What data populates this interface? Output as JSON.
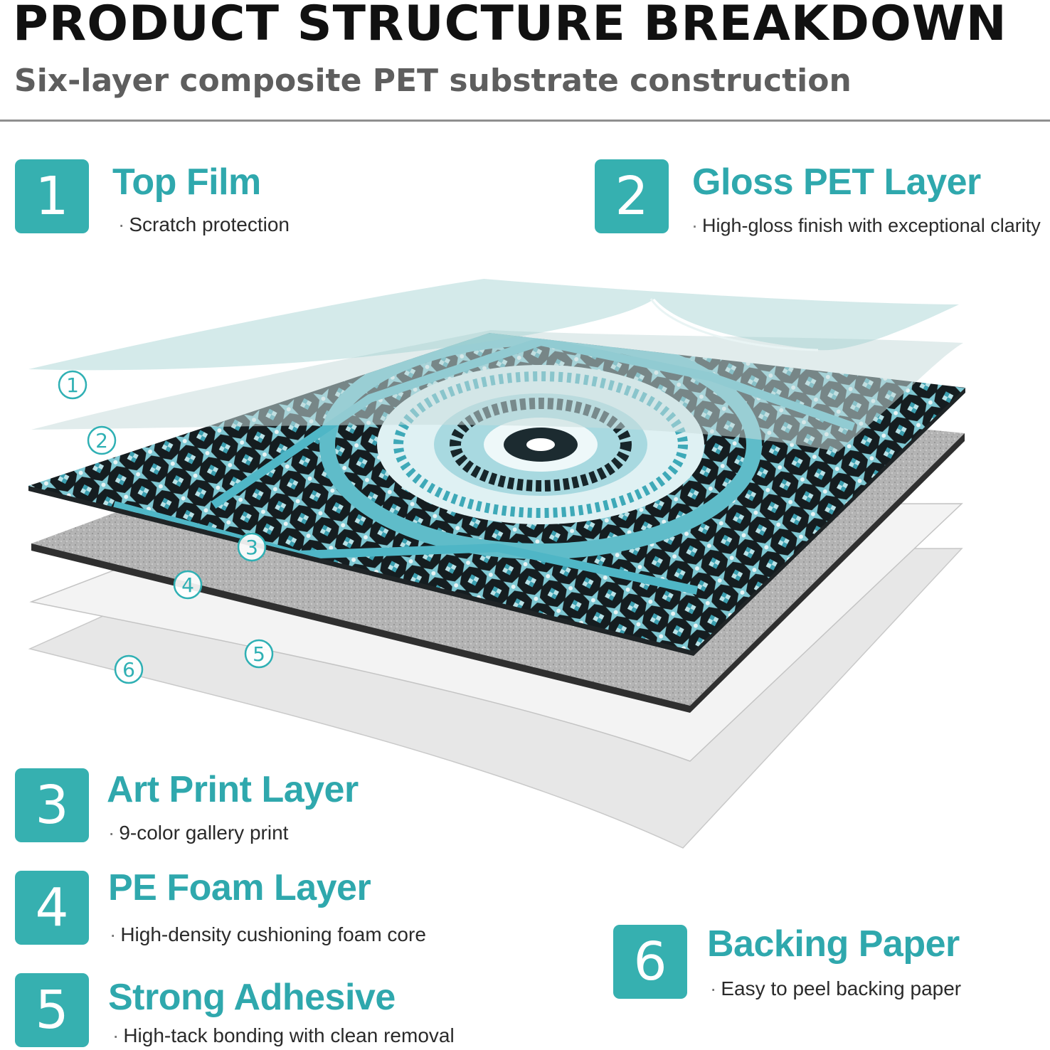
{
  "header": {
    "title": "PRODUCT STRUCTURE BREAKDOWN",
    "subtitle": "Six-layer composite PET substrate construction"
  },
  "colors": {
    "accent": "#36b0b0",
    "accent_text": "#2fa8ad"
  },
  "layers": [
    {
      "number": "1",
      "name": "Top Film",
      "description": "Scratch protection"
    },
    {
      "number": "2",
      "name": "Gloss PET Layer",
      "description": "High-gloss finish with exceptional clarity"
    },
    {
      "number": "3",
      "name": "Art Print Layer",
      "description": "9-color gallery print"
    },
    {
      "number": "4",
      "name": "PE Foam Layer",
      "description": "High-density cushioning foam core"
    },
    {
      "number": "5",
      "name": "Strong Adhesive",
      "description": "High-tack bonding with clean removal"
    },
    {
      "number": "6",
      "name": "Backing Paper",
      "description": "Easy to peel backing paper"
    }
  ],
  "diagram_markers": [
    "1",
    "2",
    "3",
    "4",
    "5",
    "6"
  ],
  "bullet": "·"
}
